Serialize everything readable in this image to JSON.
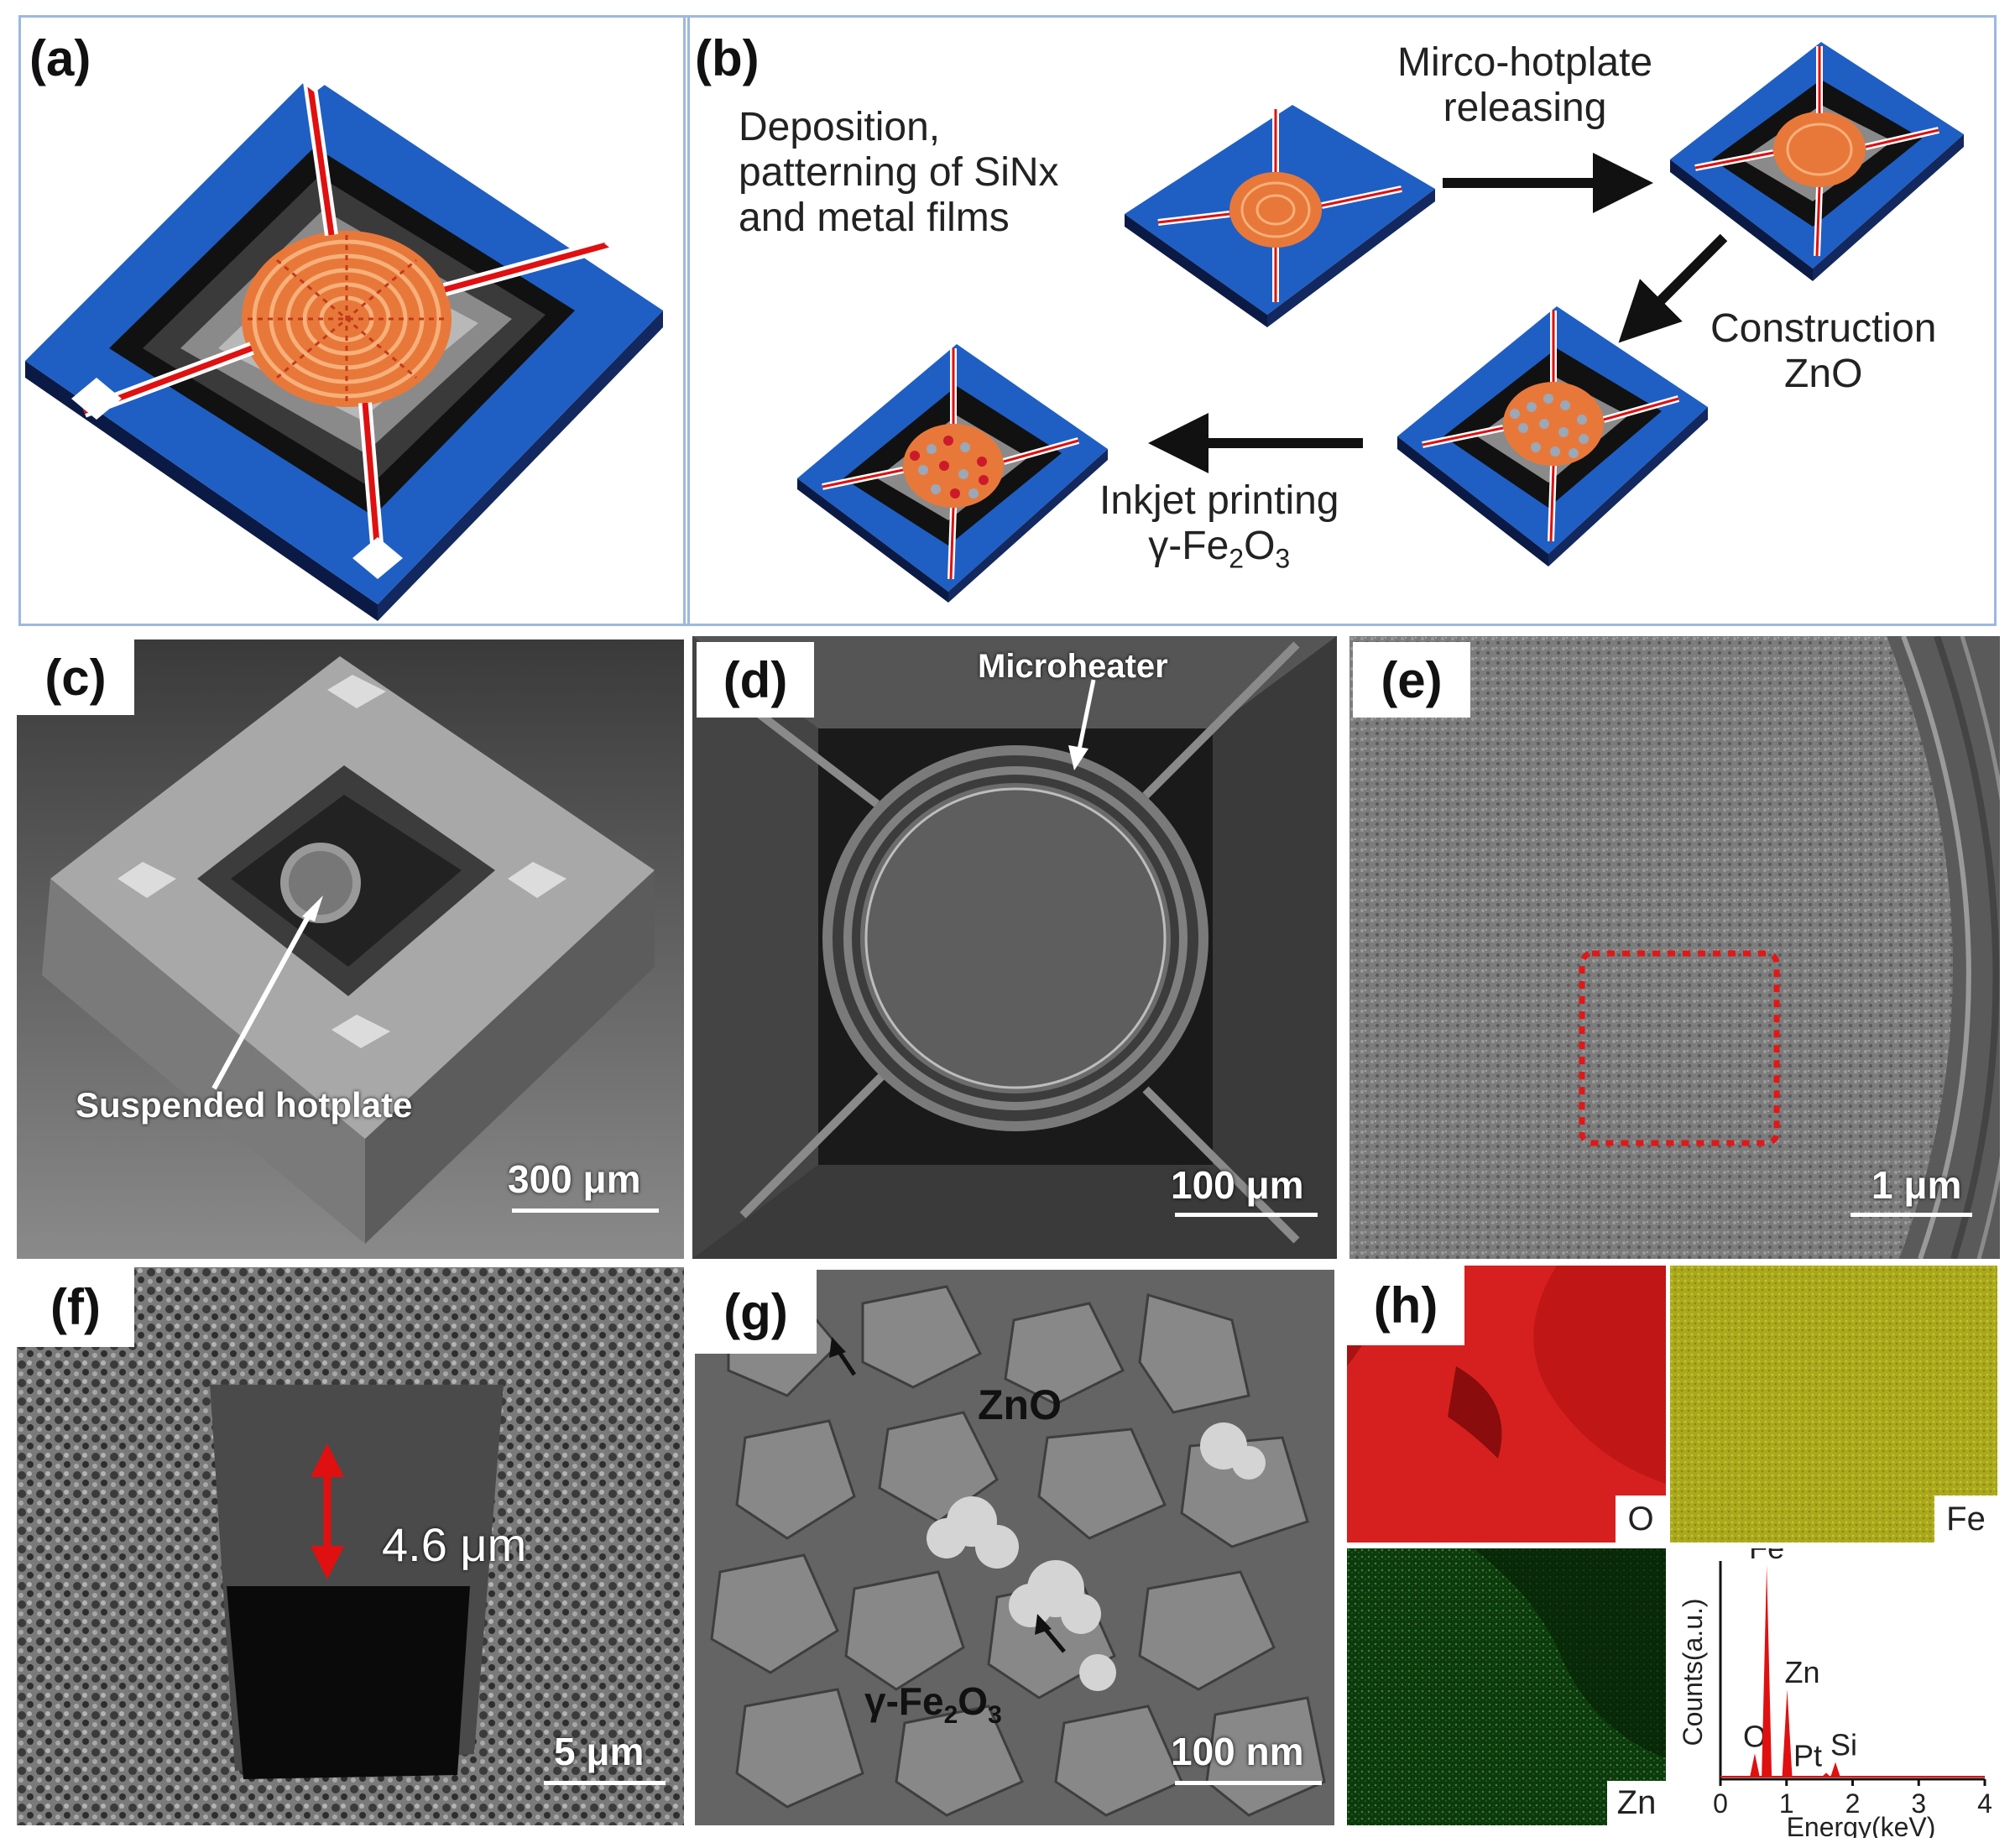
{
  "panel_labels": {
    "a": "(a)",
    "b": "(b)",
    "c": "(c)",
    "d": "(d)",
    "e": "(e)",
    "f": "(f)",
    "g": "(g)",
    "h": "(h)"
  },
  "process": {
    "step1": "Deposition, patterning of SiNx and metal films",
    "step1_lines": [
      "Deposition,",
      "patterning of SiNx",
      "and metal films"
    ],
    "step2_lines": [
      "Mirco-hotplate",
      "releasing"
    ],
    "step3_lines": [
      "Construction",
      "ZnO"
    ],
    "step4_line1": "Inkjet printing",
    "step4_formula": "γ-Fe",
    "step4_sub1": "2",
    "step4_mid": "O",
    "step4_sub2": "3"
  },
  "panel_c": {
    "annotation": "Suspended hotplate",
    "scale": "300 μm"
  },
  "panel_d": {
    "annotation": "Microheater",
    "scale": "100 μm"
  },
  "panel_e": {
    "scale": "1 μm"
  },
  "panel_f": {
    "measurement": "4.6 μm",
    "scale": "5 μm"
  },
  "panel_g": {
    "label_zno": "ZnO",
    "label_fe_prefix": "γ-Fe",
    "label_fe_sub1": "2",
    "label_fe_mid": "O",
    "label_fe_sub2": "3",
    "scale": "100 nm"
  },
  "panel_h": {
    "maps": [
      "O",
      "Fe",
      "Zn"
    ],
    "map_colors": {
      "O": "#d41a1a",
      "Fe": "#b8b41e",
      "Zn": "#1f7a1f"
    }
  },
  "chart_data": {
    "type": "line",
    "title": "",
    "xlabel": "Energy(keV)",
    "ylabel": "Counts(a.u.)",
    "xlim": [
      0,
      4
    ],
    "xticks": [
      "0",
      "1",
      "2",
      "3",
      "4"
    ],
    "peaks": [
      {
        "label": "O",
        "x": 0.52,
        "height": 0.12
      },
      {
        "label": "Fe",
        "x": 0.7,
        "height": 1.0
      },
      {
        "label": "Zn",
        "x": 1.01,
        "height": 0.42
      },
      {
        "label": "Pt",
        "x": 1.6,
        "height": 0.03
      },
      {
        "label": "Si",
        "x": 1.74,
        "height": 0.08
      }
    ],
    "series_color": "#e01010"
  }
}
